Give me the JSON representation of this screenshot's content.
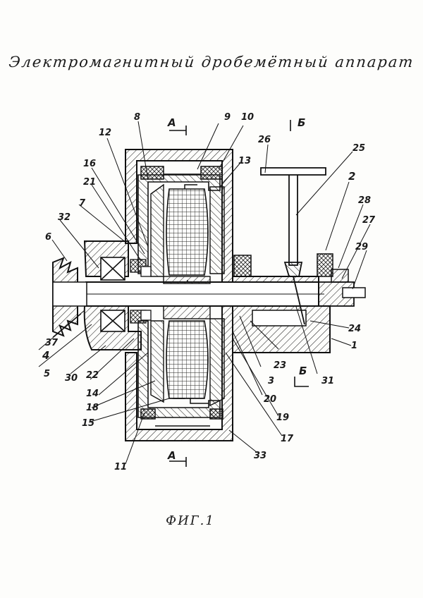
{
  "title": "Электромагнитный дробемётный аппарат",
  "figure_caption": "ФИГ.1",
  "section_labels": {
    "a_top": "А",
    "a_bottom": "А",
    "b_top": "Б",
    "b_mid": "Б"
  },
  "callouts": [
    "1",
    "2",
    "3",
    "4",
    "5",
    "6",
    "7",
    "8",
    "9",
    "10",
    "11",
    "12",
    "13",
    "14",
    "15",
    "16",
    "17",
    "18",
    "19",
    "20",
    "21",
    "22",
    "23",
    "24",
    "25",
    "26",
    "27",
    "28",
    "29",
    "30",
    "31",
    "32",
    "33",
    "37"
  ]
}
